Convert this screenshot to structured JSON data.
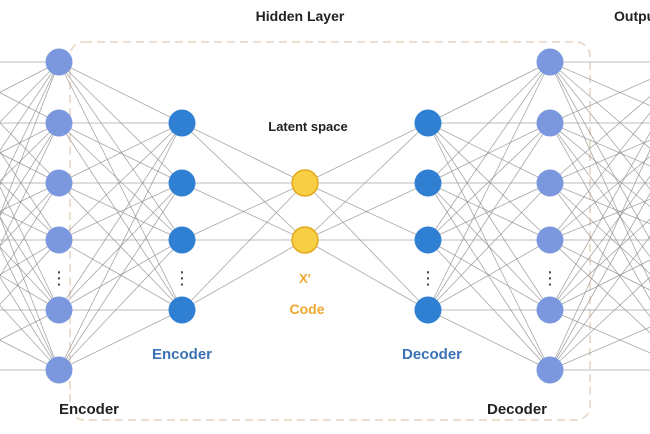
{
  "title": "Hidden Layer",
  "output_title": "Output",
  "latent_title": "Latent space",
  "code_symbol": "X'",
  "code_label": "Code",
  "inner_encoder_label": "Encoder",
  "inner_decoder_label": "Decoder",
  "outer_encoder_label": "Encoder",
  "outer_decoder_label": "Decoder",
  "ellipsis": "⋮",
  "colors": {
    "outer_node": "#7b98de",
    "inner_node": "#2f7fd2",
    "latent_node": "#f7cf45",
    "latent_stroke": "#e3a91c",
    "blue_label": "#3b72b5",
    "orange_label": "#f0a62a",
    "edge": "#8a8a8a"
  },
  "layers": [
    {
      "name": "input",
      "nodes": 6,
      "ellipsis": true
    },
    {
      "name": "outer-encoder",
      "nodes": 6,
      "ellipsis": true
    },
    {
      "name": "inner-encoder",
      "nodes": 4,
      "ellipsis": true
    },
    {
      "name": "latent",
      "nodes": 2,
      "ellipsis": false
    },
    {
      "name": "inner-decoder",
      "nodes": 4,
      "ellipsis": true
    },
    {
      "name": "outer-decoder",
      "nodes": 6,
      "ellipsis": true
    },
    {
      "name": "output",
      "nodes": 6,
      "ellipsis": true
    }
  ]
}
